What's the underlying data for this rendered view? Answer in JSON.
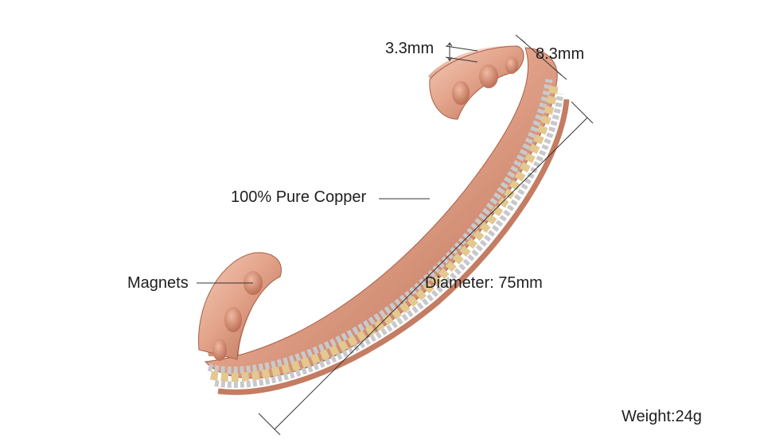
{
  "product": {
    "name": "copper-magnetic-cuff-bracelet",
    "colors": {
      "copper": "#d9937a",
      "copper_dark": "#b56a52",
      "copper_light": "#f2c4b0",
      "silver_strand": "#c9c9cc",
      "gold_strand": "#e3c88f",
      "magnet": "#c77b62"
    }
  },
  "annotations": {
    "thickness": "3.3mm",
    "width": "8.3mm",
    "material": "100% Pure Copper",
    "magnets": "Magnets",
    "diameter": "Diameter: 75mm",
    "weight": "Weight:24g"
  }
}
